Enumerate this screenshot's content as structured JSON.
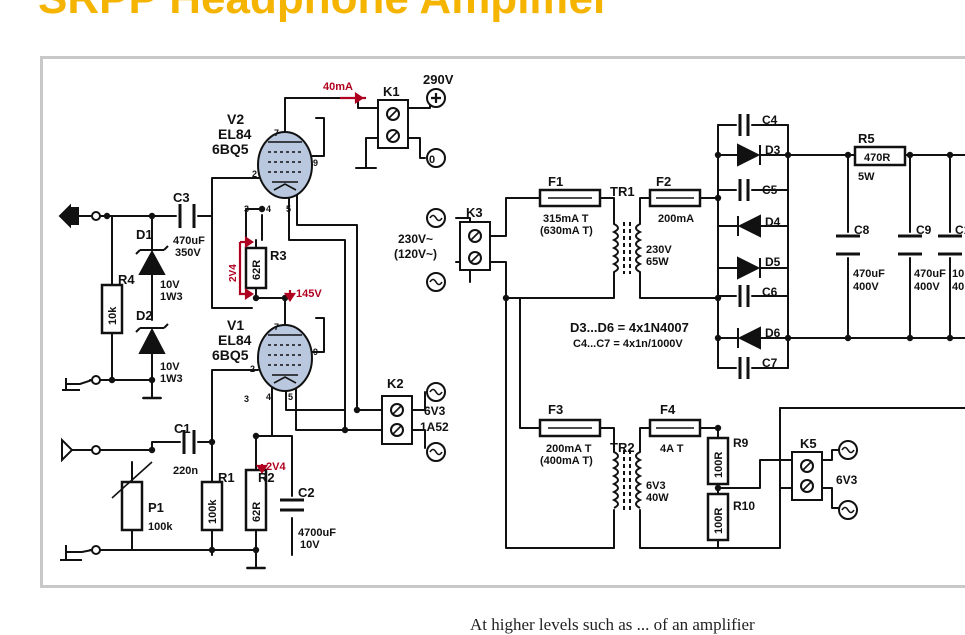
{
  "title": "SRPP Headphone Amplifier",
  "footer": "At higher levels such as ... of an amplifier",
  "colors": {
    "title": "#f4b400",
    "annotation": "#b00020",
    "frame": "#c8c8c8",
    "tube": "#b9c8de"
  },
  "labels": {
    "k1": "K1",
    "v290": "290V",
    "plus": "+",
    "zero": "0",
    "i40": "40mA",
    "v2": "V2",
    "v2a": "EL84",
    "v2b": "6BQ5",
    "v1": "V1",
    "v1a": "EL84",
    "v1b": "6BQ5",
    "p7": "7",
    "p9": "9",
    "p2": "2",
    "p3": "3",
    "p4": "4",
    "p5": "5",
    "c3": "C3",
    "c3v": "470uF",
    "c3w": "350V",
    "d1": "D1",
    "d1v": "10V",
    "d1w": "1W3",
    "d2": "D2",
    "d2v": "10V",
    "d2w": "1W3",
    "r4": "R4",
    "r4v": "10k",
    "r3": "R3",
    "r3v": "62R",
    "v2v4a": "2V4",
    "v145": "145V",
    "c1": "C1",
    "c1v": "220n",
    "r1": "R1",
    "r1v": "100k",
    "r2": "R2",
    "r2v": "62R",
    "v2v4b": "2V4",
    "c2": "C2",
    "c2v": "4700uF",
    "c2w": "10V",
    "p1": "P1",
    "p1v": "100k",
    "k2": "K2",
    "k2v": "6V3",
    "k2w": "1A52",
    "k3": "K3",
    "mains1": "230V~",
    "mains2": "(120V~)",
    "f1": "F1",
    "f1v": "315mA T",
    "f1w": "(630mA T)",
    "tr1": "TR1",
    "tr1v": "230V",
    "tr1w": "65W",
    "f2": "F2",
    "f2v": "200mA",
    "c4": "C4",
    "c5": "C5",
    "c6": "C6",
    "c7": "C7",
    "d3": "D3",
    "d4": "D4",
    "d5": "D5",
    "d6": "D6",
    "dnote": "D3...D6 = 4x1N4007",
    "cnote": "C4...C7 = 4x1n/1000V",
    "r5": "R5",
    "r5v": "470R",
    "r5w": "5W",
    "c8": "C8",
    "c8v": "470uF",
    "c8w": "400V",
    "c9": "C9",
    "c9v": "470uF",
    "c9w": "400V",
    "c10": "C1",
    "c10v": "10",
    "c10w": "40",
    "f3": "F3",
    "f3v": "200mA T",
    "f3w": "(400mA T)",
    "tr2": "TR2",
    "tr2v": "6V3",
    "tr2w": "40W",
    "f4": "F4",
    "f4v": "4A T",
    "r9": "R9",
    "r9v": "100R",
    "r10": "R10",
    "r10v": "100R",
    "k5": "K5",
    "k5v": "6V3"
  }
}
